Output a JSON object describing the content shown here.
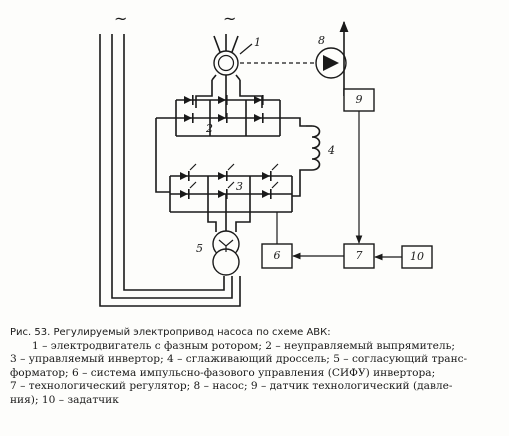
{
  "labels": {
    "motor": "1",
    "rectifier": "2",
    "inverter": "3",
    "choke": "4",
    "transformer": "5",
    "sifu": "6",
    "regulator": "7",
    "pump": "8",
    "sensor": "9",
    "setpoint": "10"
  },
  "supply_symbol": "~",
  "caption": {
    "title": "Рис. 53. Регулируемый электропривод насоса по схеме АВК:",
    "lines": [
      "1 – электродвигатель с фазным ротором; 2 – неуправляемый выпрямитель;",
      "3 – управляемый инвертор; 4 – сглаживающий дроссель; 5 – согласующий транс-",
      "форматор; 6 – система импульсно-фазового управления (СИФУ) инвертора;",
      "7 – технологический регулятор; 8 – насос; 9 – датчик технологический (давле-",
      "ния); 10 – задатчик"
    ]
  }
}
